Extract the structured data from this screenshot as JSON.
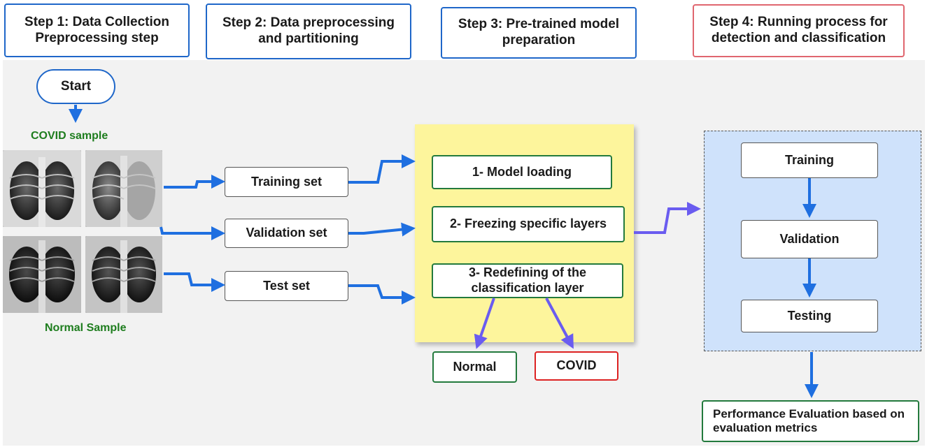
{
  "steps": {
    "step1": "Step 1: Data Collection Preprocessing step",
    "step2": "Step 2: Data preprocessing and partitioning",
    "step3": "Step 3: Pre-trained model preparation",
    "step4": "Step 4: Running process for detection and classification"
  },
  "start": "Start",
  "samples": {
    "covid": "COVID sample",
    "normal": "Normal Sample"
  },
  "sets": {
    "training": "Training set",
    "validation": "Validation set",
    "test": "Test set"
  },
  "model": {
    "loading": "1- Model loading",
    "freezing": "2- Freezing specific layers",
    "redefining": "3- Redefining of the classification  layer"
  },
  "outputs": {
    "normal": "Normal",
    "covid": "COVID"
  },
  "process": {
    "training": "Training",
    "validation": "Validation",
    "testing": "Testing"
  },
  "evaluation": "Performance Evaluation based on evaluation metrics",
  "colors": {
    "blue_arrow": "#1f6fe0",
    "purple_arrow": "#6a5cf0",
    "green_border": "#237a3d",
    "red_border": "#d22222",
    "yellow_panel": "#fdf59c",
    "blue_panel": "#cfe2fb"
  }
}
